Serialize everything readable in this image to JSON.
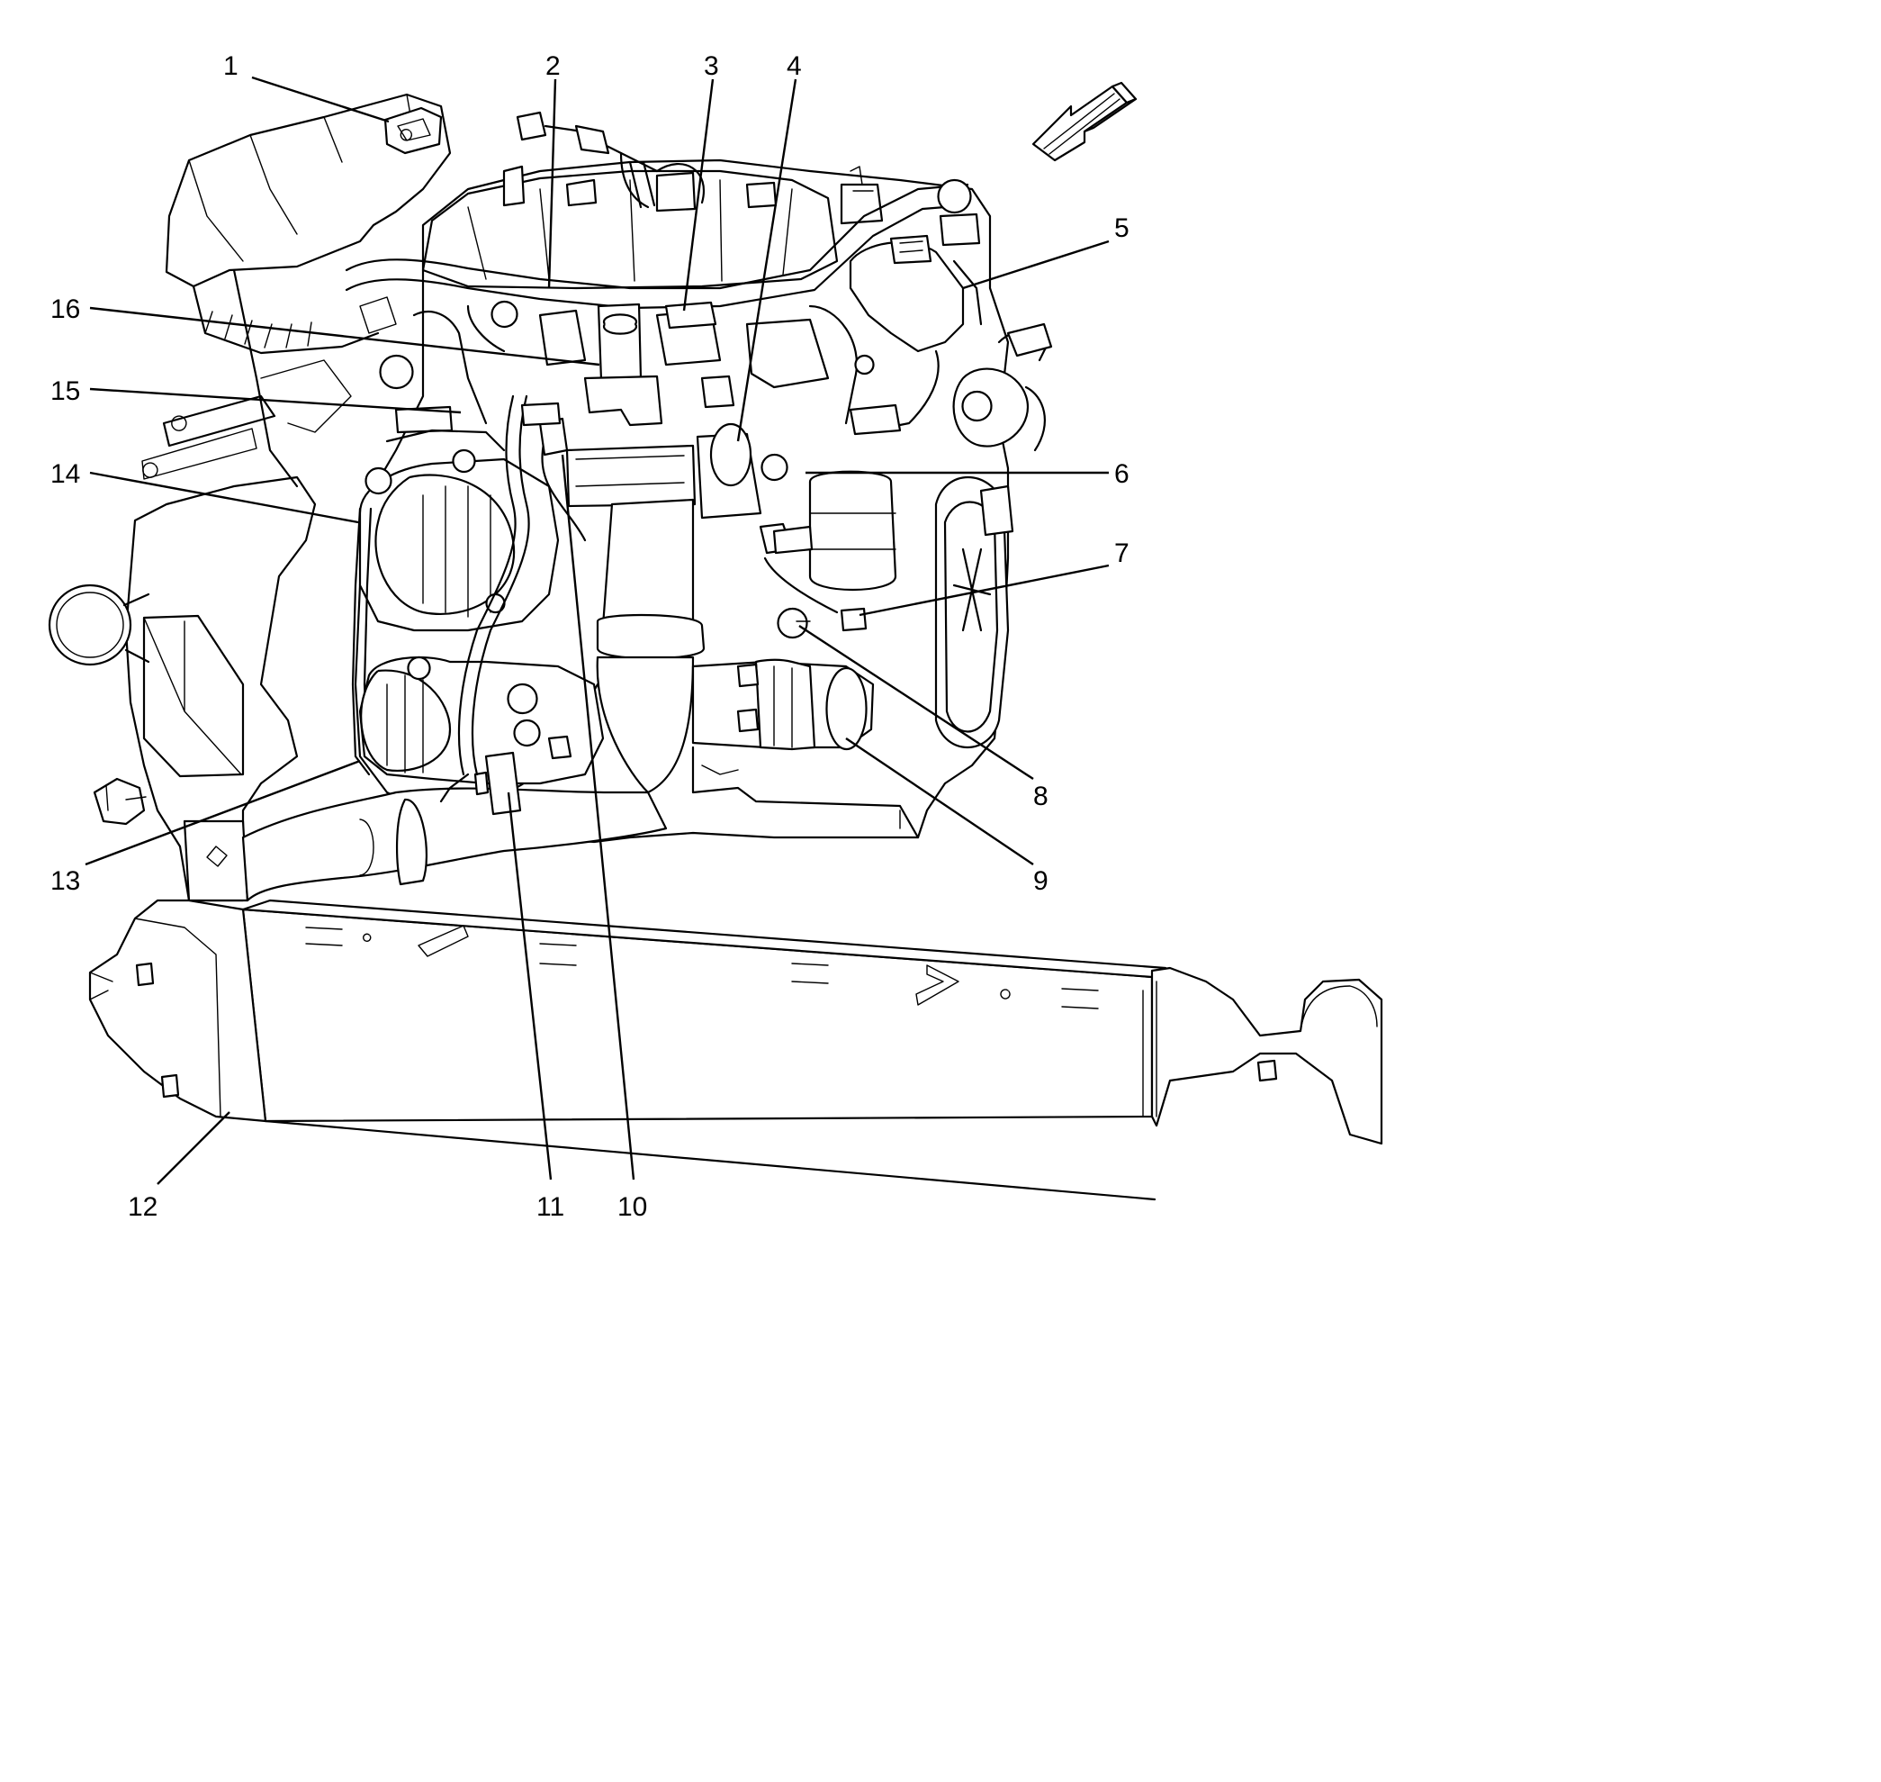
{
  "callouts": [
    {
      "id": "1",
      "label": "1"
    },
    {
      "id": "2",
      "label": "2"
    },
    {
      "id": "3",
      "label": "3"
    },
    {
      "id": "4",
      "label": "4"
    },
    {
      "id": "5",
      "label": "5"
    },
    {
      "id": "6",
      "label": "6"
    },
    {
      "id": "7",
      "label": "7"
    },
    {
      "id": "8",
      "label": "8"
    },
    {
      "id": "9",
      "label": "9"
    },
    {
      "id": "10",
      "label": "10"
    },
    {
      "id": "11",
      "label": "11"
    },
    {
      "id": "12",
      "label": "12"
    },
    {
      "id": "13",
      "label": "13"
    },
    {
      "id": "14",
      "label": "14"
    },
    {
      "id": "15",
      "label": "15"
    },
    {
      "id": "16",
      "label": "16"
    }
  ],
  "icons": {
    "orientation_arrow": "front-direction-arrow-icon"
  }
}
